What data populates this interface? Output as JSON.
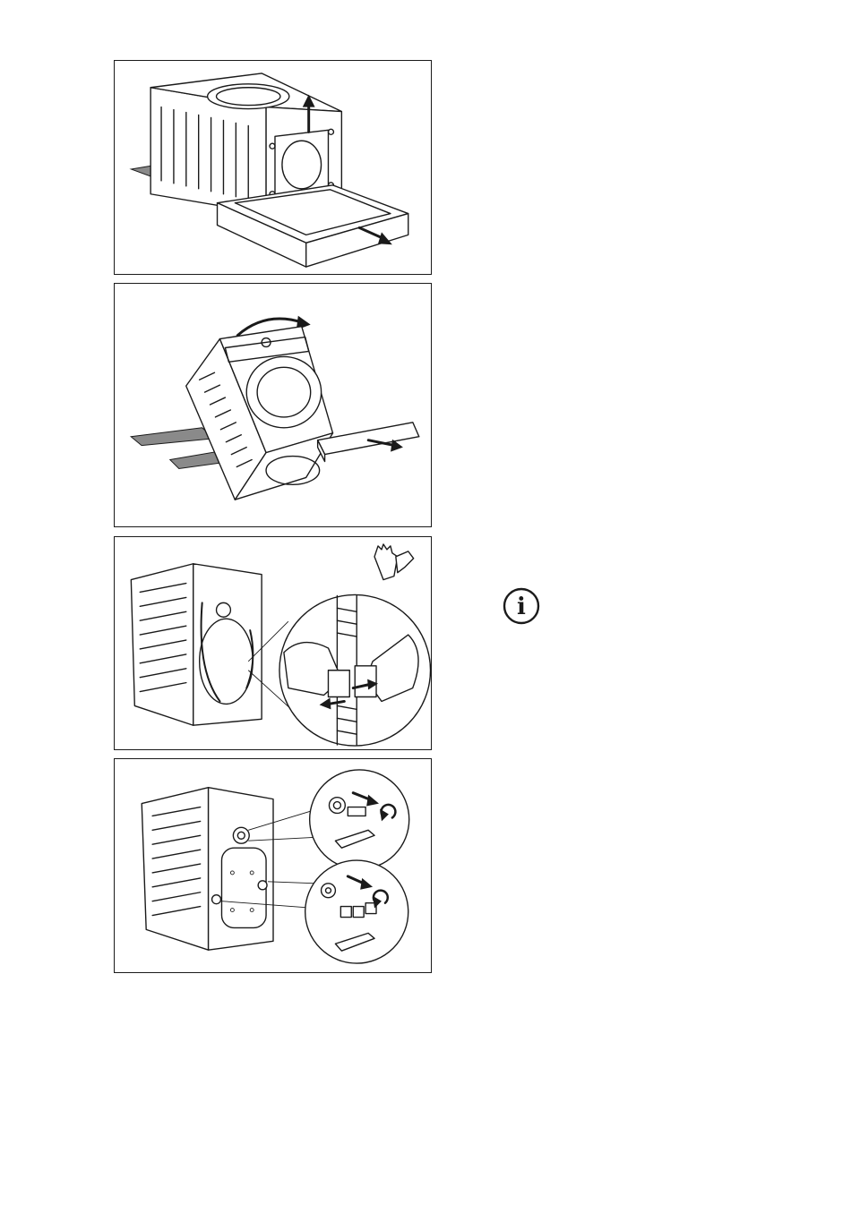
{
  "figures": [
    {
      "name": "remove-base-panel",
      "icon": "washing-machine-lift-off-base"
    },
    {
      "name": "remove-lateral-support",
      "icon": "washing-machine-tilted-remove-polystyrene"
    },
    {
      "name": "release-hose-clamp",
      "icon": "hose-clip-release",
      "extra_icon": "gloves-icon"
    },
    {
      "name": "remove-transit-bolts",
      "icon": "transit-bolts-spanner"
    }
  ],
  "info": {
    "icon": "info-icon",
    "glyph": "i"
  },
  "colors": {
    "line": "#1a1a1a",
    "fill": "#ffffff",
    "shade": "#8a8a8a"
  }
}
